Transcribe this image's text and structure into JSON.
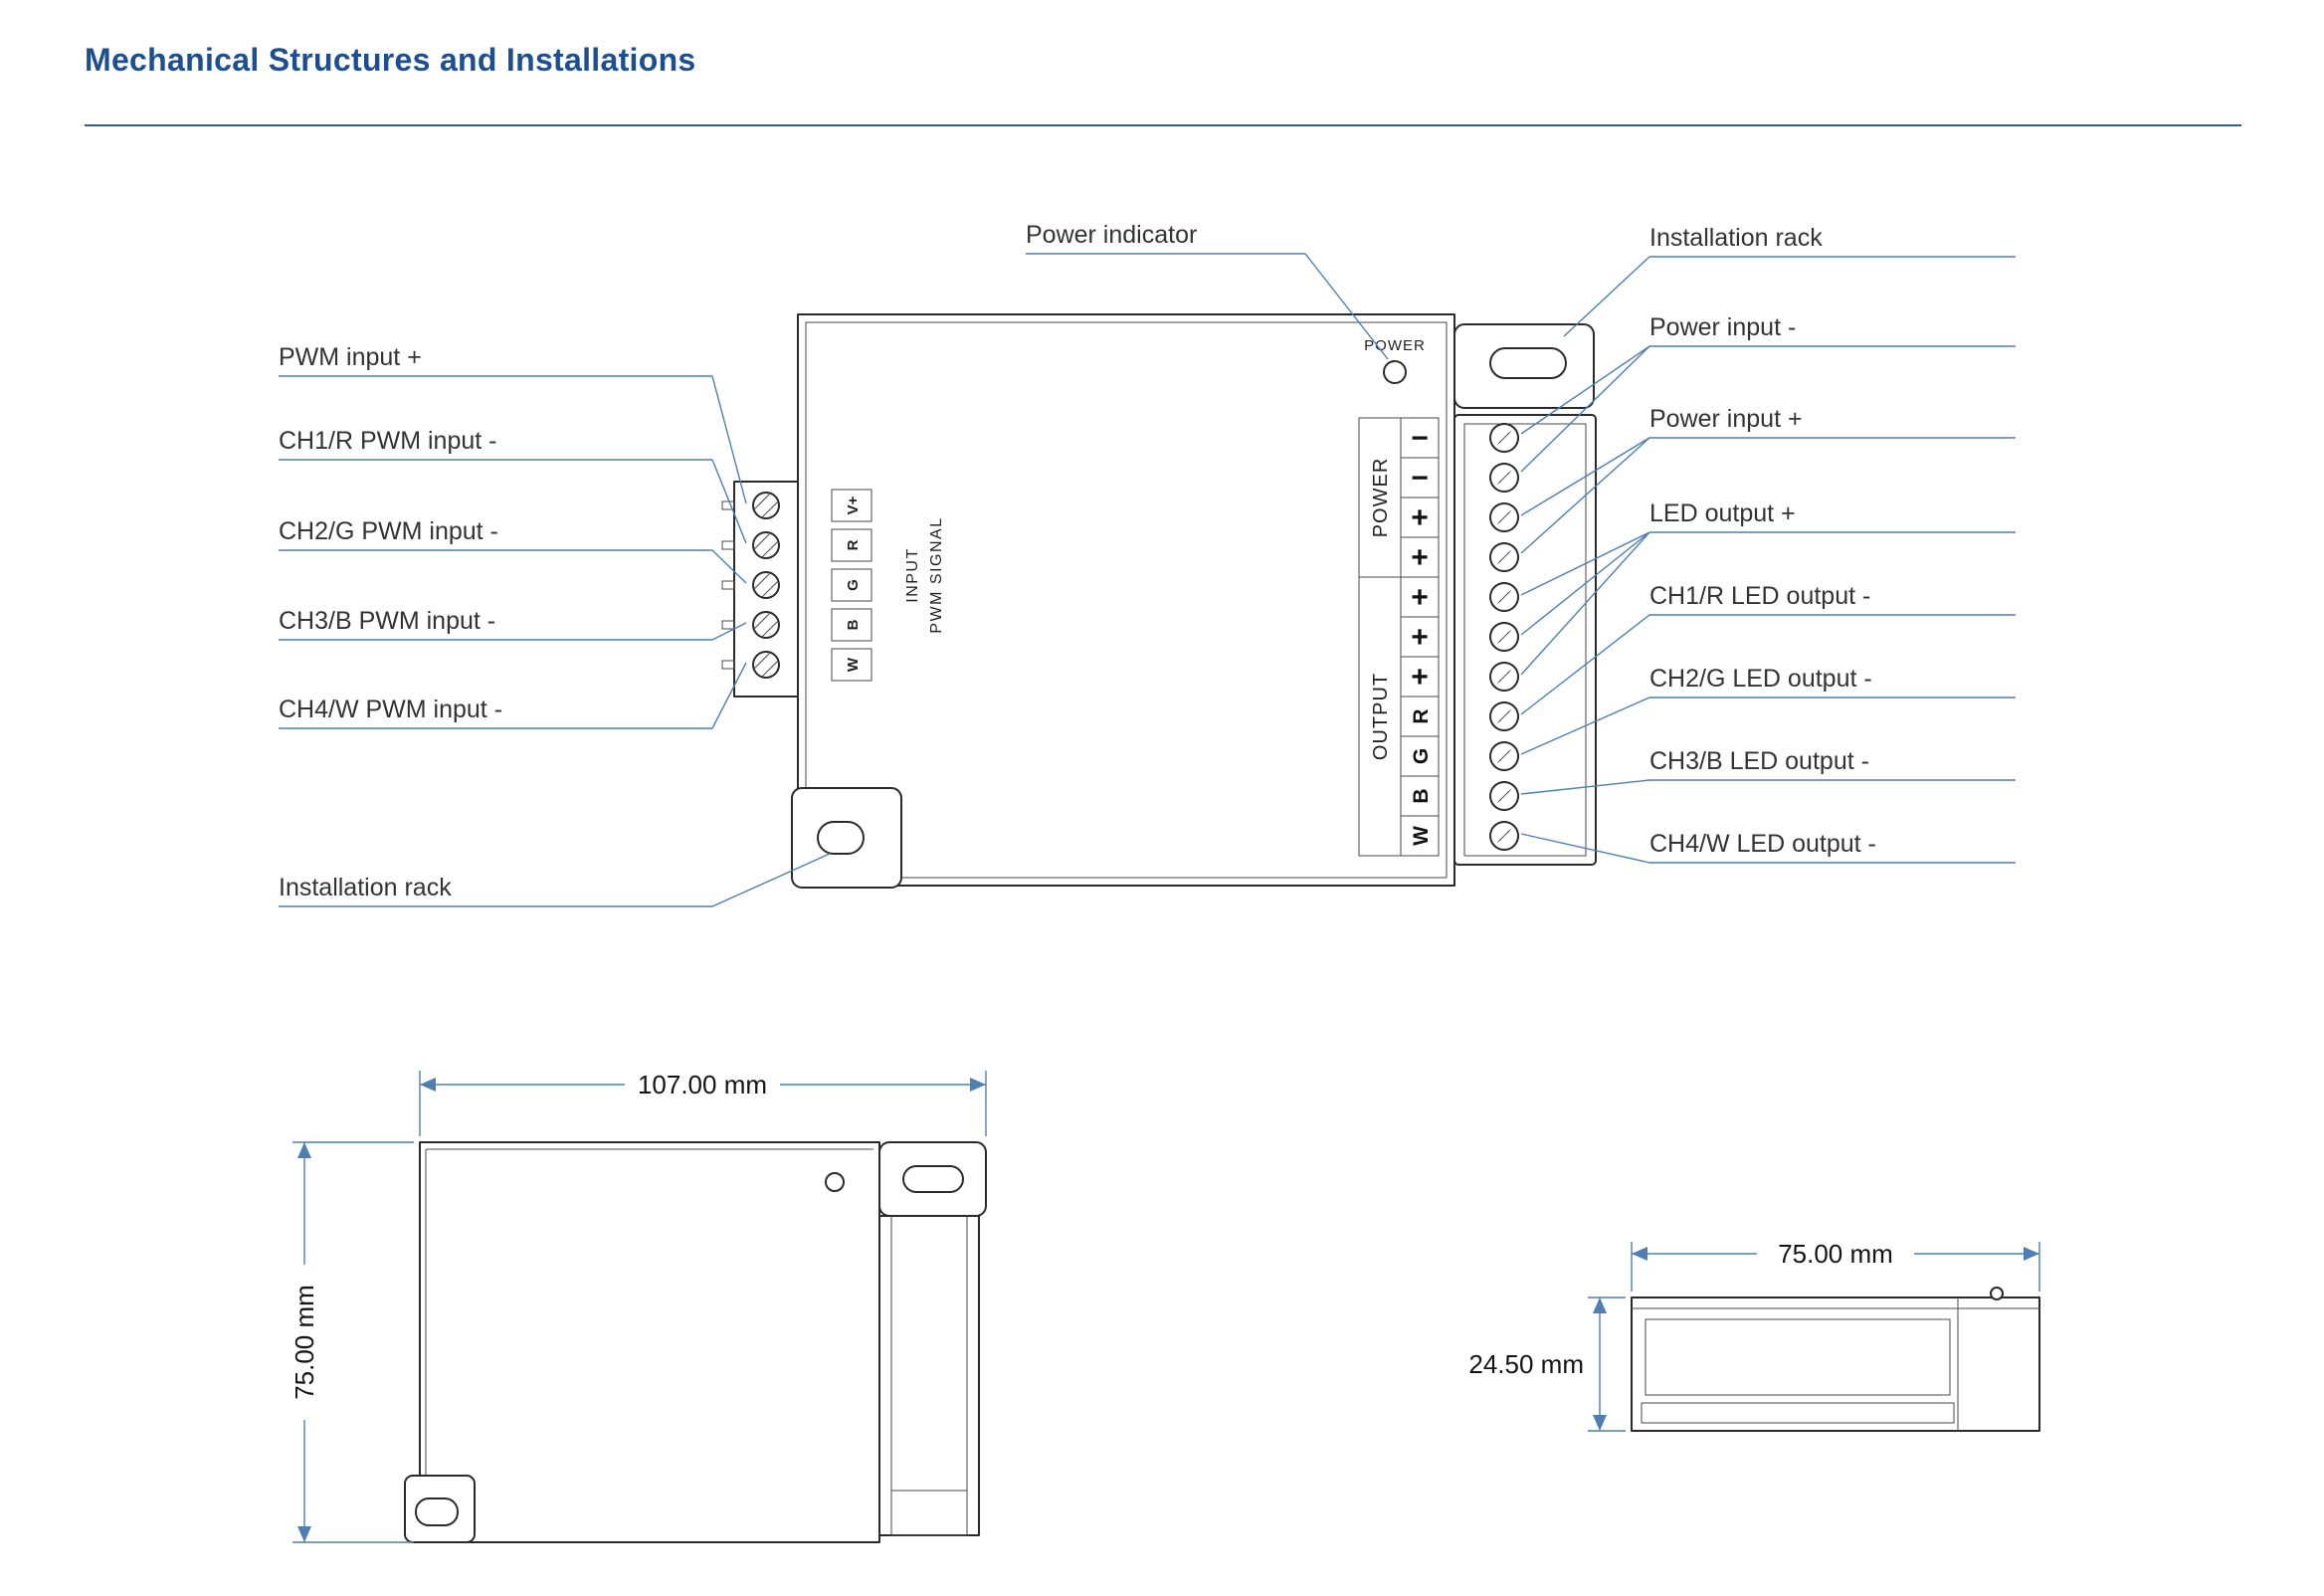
{
  "title": "Mechanical Structures and Installations",
  "device": {
    "power_indicator_label": "POWER",
    "input_block": {
      "caption_line1": "INPUT",
      "caption_line2": "PWM SIGNAL",
      "terminals": [
        "V+",
        "R",
        "G",
        "B",
        "W"
      ]
    },
    "right_block": {
      "group_power": "POWER",
      "group_output": "OUTPUT",
      "symbols": [
        "−",
        "−",
        "+",
        "+",
        "+",
        "+",
        "+",
        "R",
        "G",
        "B",
        "W"
      ]
    }
  },
  "callouts": {
    "left": [
      "PWM input +",
      "CH1/R PWM input -",
      "CH2/G PWM input -",
      "CH3/B PWM input -",
      "CH4/W PWM input -",
      "Installation rack"
    ],
    "top": [
      "Power indicator",
      "Installation rack"
    ],
    "right": [
      "Power input -",
      "Power input +",
      "LED output +",
      "CH1/R LED output -",
      "CH2/G LED output -",
      "CH3/B LED output -",
      "CH4/W LED output -"
    ]
  },
  "dimensions": {
    "front_width": "107.00 mm",
    "front_height": "75.00 mm",
    "side_width": "75.00 mm",
    "side_height": "24.50 mm"
  }
}
